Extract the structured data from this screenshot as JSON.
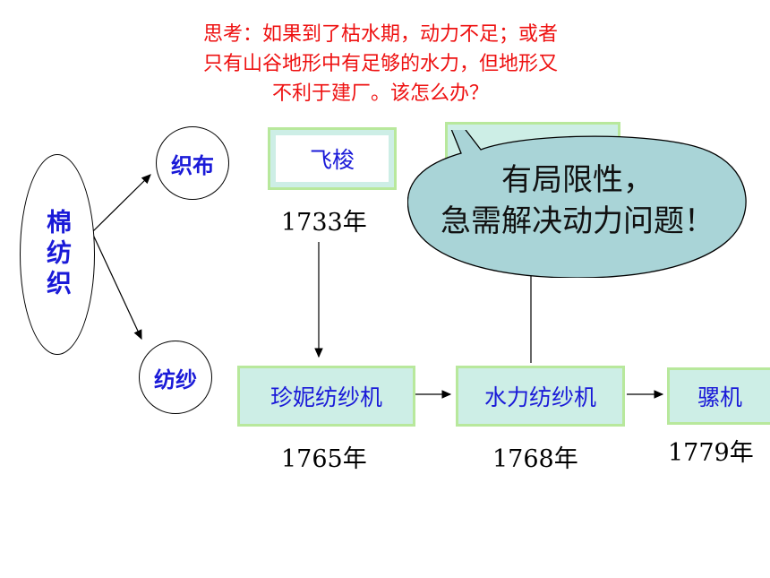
{
  "question": {
    "line1": "思考：如果到了枯水期，动力不足；或者",
    "line2": "只有山谷地形中有足够的水力，但地形又",
    "line3": "不利于建厂。该怎么办？"
  },
  "root": "棉纺织",
  "branches": {
    "weaving": "织布",
    "spinning": "纺纱"
  },
  "inventions": {
    "fly_shuttle": {
      "label": "飞梭",
      "year": "1733年"
    },
    "spinning_jenny": {
      "label": "珍妮纺纱机",
      "year": "1765年"
    },
    "water_frame": {
      "label": "水力纺纱机",
      "year": "1768年"
    },
    "mule": {
      "label": "骡机",
      "year": "1779年"
    }
  },
  "callout": {
    "line1": "有局限性，",
    "line2": "急需解决动力问题！"
  },
  "colors": {
    "question_text": "#ee1111",
    "node_text": "#1a1ad8",
    "box_fill": "#cdeee6",
    "box_border": "#b8e89c",
    "callout_fill": "#a9d4d7"
  }
}
